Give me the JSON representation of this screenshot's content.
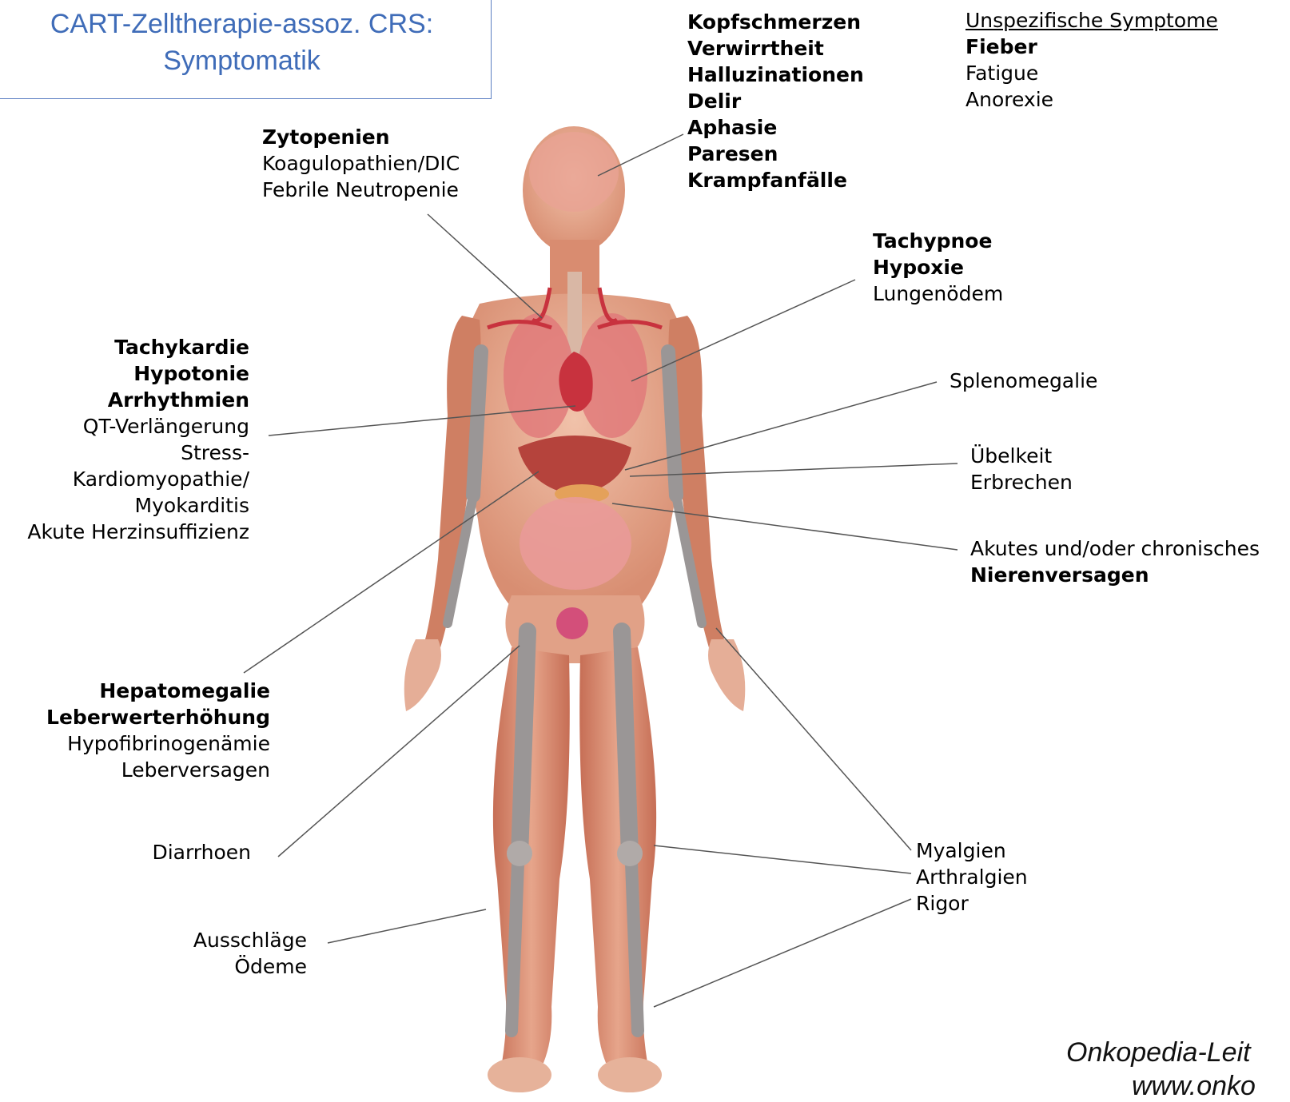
{
  "title": {
    "line1": "CART-Zelltherapie-assoz. CRS:",
    "line2": "Symptomatik"
  },
  "labels": {
    "neuro": [
      "Kopfschmerzen",
      "Verwirrtheit",
      "Halluzinationen",
      "Delir",
      "Aphasie",
      "Paresen",
      "Krampfanfälle"
    ],
    "unspecific": {
      "heading": "Unspezifische Symptome",
      "items": [
        "Fieber",
        "Fatigue",
        "Anorexie"
      ]
    },
    "blood": [
      "Zytopenien",
      "Koagulopathien/DIC",
      "Febrile Neutropenie"
    ],
    "lung": [
      "Tachypnoe",
      "Hypoxie",
      "Lungenödem"
    ],
    "cardiac": [
      "Tachykardie",
      "Hypotonie",
      "Arrhythmien",
      "QT-Verlängerung",
      "Stress-",
      "Kardiomyopathie/",
      "Myokarditis",
      "Akute Herzinsuffizienz"
    ],
    "spleen": [
      "Splenomegalie"
    ],
    "gi": [
      "Übelkeit",
      "Erbrechen"
    ],
    "renal": [
      "Akutes und/oder chronisches",
      "Nierenversagen"
    ],
    "liver": [
      "Hepatomegalie",
      "Leberwerterhöhung",
      "Hypofibrinogenämie",
      "Leberversagen"
    ],
    "diarrhea": [
      "Diarrhoen"
    ],
    "muscle": [
      "Myalgien",
      "Arthralgien",
      "Rigor"
    ],
    "skin": [
      "Ausschläge",
      "Ödeme"
    ]
  },
  "source": {
    "line1": "Onkopedia-Leit",
    "line2": "www.onko"
  },
  "colors": {
    "title_text": "#3f6cb8",
    "title_border": "#5b7ec2",
    "skin": "#e3a48a",
    "muscle": "#c9755a",
    "bone": "#9a9696",
    "organ": "#d9545a",
    "leader_line": "#555555"
  }
}
